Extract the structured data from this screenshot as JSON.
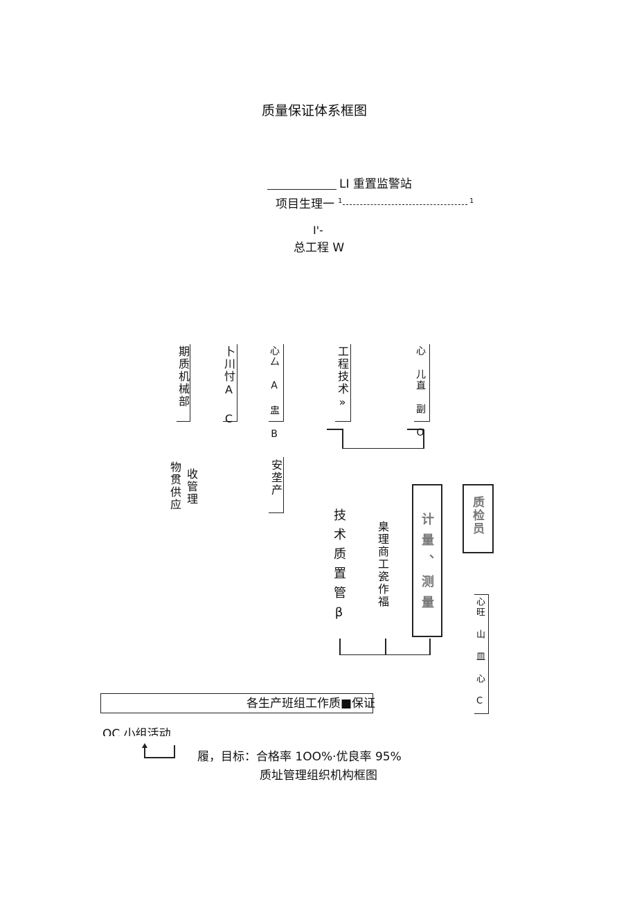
{
  "title": "质量保证体系框图",
  "top": {
    "supervision_station": "LI 重置监警站",
    "project_manager": "项目生理一",
    "manager_line_mark_left": "1",
    "manager_line_mark_right": "1",
    "mark_small": "I'-",
    "chief_engineer": "总工程 W"
  },
  "departments": [
    "期质机械部",
    "卜川忖A C",
    "心厶 A 盅 B",
    "工程技术»",
    "心 儿直 副 O"
  ],
  "left_group": {
    "col1": "物贯供应",
    "col2": "收管理"
  },
  "safety_box": "安垄产",
  "tech_quality": "技术质置管β",
  "mid_column": "臬理商工瓷作福",
  "measure_box": "计量、测量",
  "inspector_box": "质检员",
  "right_tall_box": "心旺 山 皿 心 C",
  "bottom_bar": "各生产班组工作质■保证",
  "qc_activity": "OC 小组活动",
  "goal": "履，目标：合格率 1OO%·优良率 95%",
  "subtitle": "质址管理组织机构框图"
}
